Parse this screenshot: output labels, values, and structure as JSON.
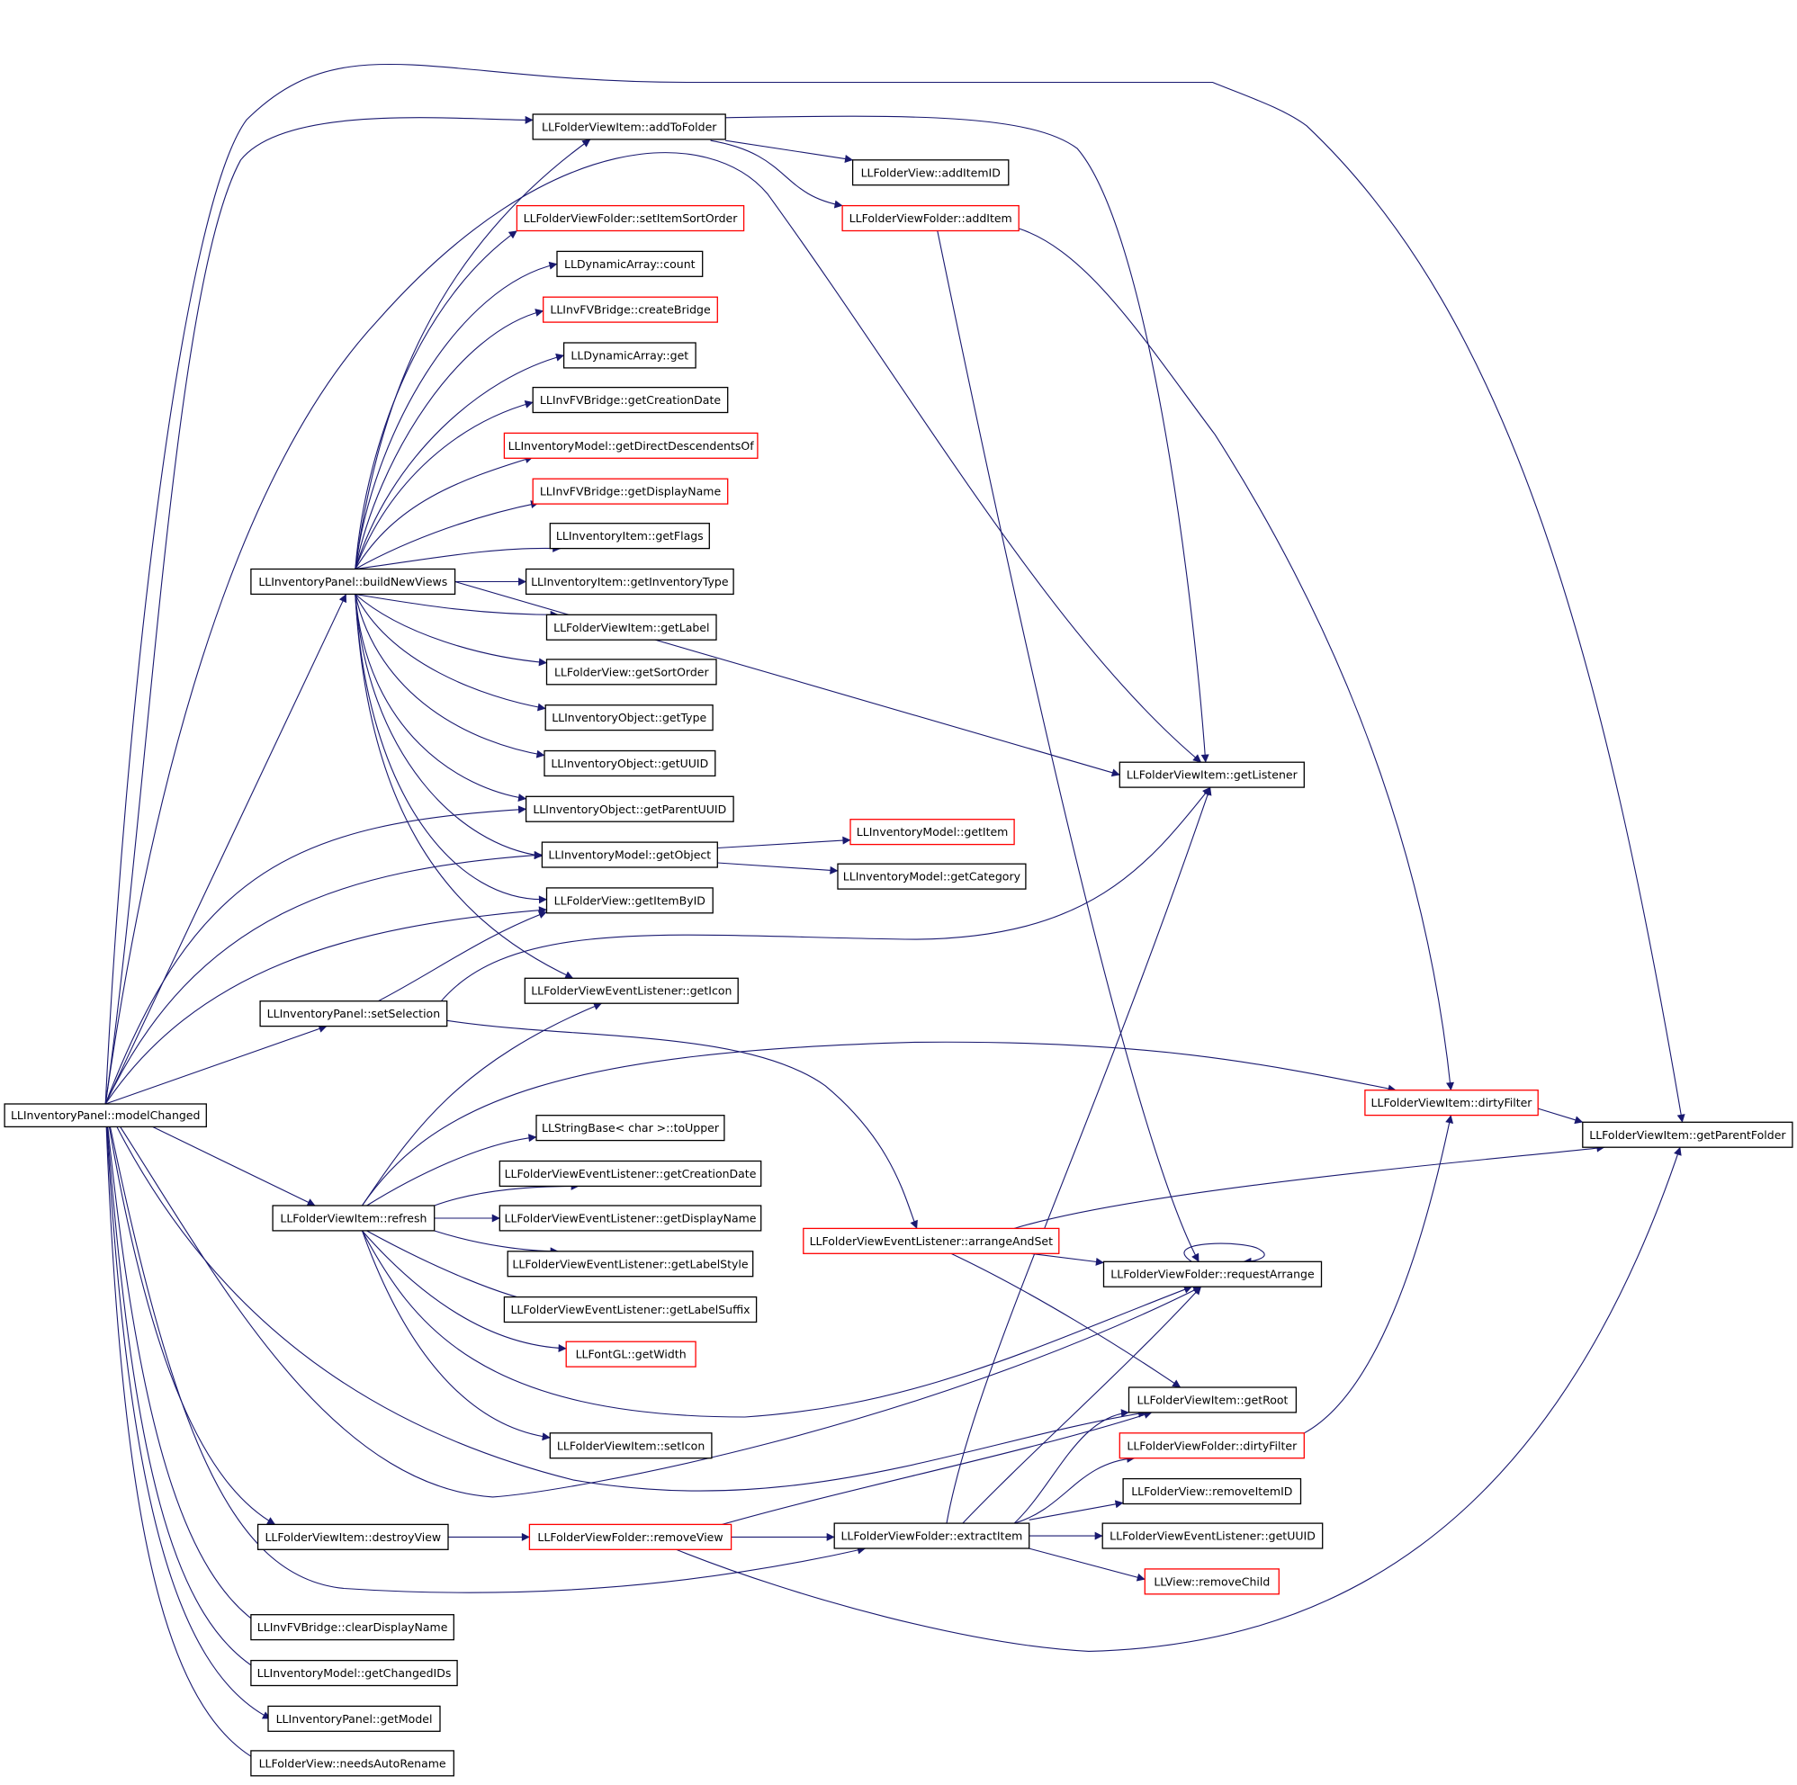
{
  "diagram": {
    "colors": {
      "edge": "#191970",
      "node_border": "#000000",
      "node_border_truncated": "#ff0000",
      "root_fill": "#bfbfbf"
    },
    "nodes": [
      {
        "id": "n_modelChanged",
        "label": "LLInventoryPanel::modelChanged",
        "border": "black",
        "root": true
      },
      {
        "id": "n_addToFolder",
        "label": "LLFolderViewItem::addToFolder",
        "border": "black"
      },
      {
        "id": "n_addItemID",
        "label": "LLFolderView::addItemID",
        "border": "black"
      },
      {
        "id": "n_setItemSortOrder",
        "label": "LLFolderViewFolder::setItemSortOrder",
        "border": "red"
      },
      {
        "id": "n_addItem",
        "label": "LLFolderViewFolder::addItem",
        "border": "red"
      },
      {
        "id": "n_count",
        "label": "LLDynamicArray::count",
        "border": "black"
      },
      {
        "id": "n_createBridge",
        "label": "LLInvFVBridge::createBridge",
        "border": "red"
      },
      {
        "id": "n_get",
        "label": "LLDynamicArray::get",
        "border": "black"
      },
      {
        "id": "n_getCreationDate",
        "label": "LLInvFVBridge::getCreationDate",
        "border": "black"
      },
      {
        "id": "n_getDirectDescendentsOf",
        "label": "LLInventoryModel::getDirectDescendentsOf",
        "border": "red"
      },
      {
        "id": "n_getDisplayName",
        "label": "LLInvFVBridge::getDisplayName",
        "border": "red"
      },
      {
        "id": "n_getFlags",
        "label": "LLInventoryItem::getFlags",
        "border": "black"
      },
      {
        "id": "n_buildNewViews",
        "label": "LLInventoryPanel::buildNewViews",
        "border": "black"
      },
      {
        "id": "n_getInventoryType",
        "label": "LLInventoryItem::getInventoryType",
        "border": "black"
      },
      {
        "id": "n_getLabel",
        "label": "LLFolderViewItem::getLabel",
        "border": "black"
      },
      {
        "id": "n_getSortOrder",
        "label": "LLFolderView::getSortOrder",
        "border": "black"
      },
      {
        "id": "n_getType",
        "label": "LLInventoryObject::getType",
        "border": "black"
      },
      {
        "id": "n_getUUID",
        "label": "LLInventoryObject::getUUID",
        "border": "black"
      },
      {
        "id": "n_getListener",
        "label": "LLFolderViewItem::getListener",
        "border": "black"
      },
      {
        "id": "n_getParentUUID",
        "label": "LLInventoryObject::getParentUUID",
        "border": "black"
      },
      {
        "id": "n_getItem",
        "label": "LLInventoryModel::getItem",
        "border": "red"
      },
      {
        "id": "n_getObject",
        "label": "LLInventoryModel::getObject",
        "border": "black"
      },
      {
        "id": "n_getCategory",
        "label": "LLInventoryModel::getCategory",
        "border": "black"
      },
      {
        "id": "n_getItemByID",
        "label": "LLFolderView::getItemByID",
        "border": "black"
      },
      {
        "id": "n_getIcon",
        "label": "LLFolderViewEventListener::getIcon",
        "border": "black"
      },
      {
        "id": "n_setSelection",
        "label": "LLInventoryPanel::setSelection",
        "border": "black"
      },
      {
        "id": "n_dirtyFilterItem",
        "label": "LLFolderViewItem::dirtyFilter",
        "border": "red"
      },
      {
        "id": "n_getParentFolder",
        "label": "LLFolderViewItem::getParentFolder",
        "border": "black"
      },
      {
        "id": "n_toUpper",
        "label": "LLStringBase< char >::toUpper",
        "border": "black"
      },
      {
        "id": "n_elGetCreationDate",
        "label": "LLFolderViewEventListener::getCreationDate",
        "border": "black"
      },
      {
        "id": "n_refresh",
        "label": "LLFolderViewItem::refresh",
        "border": "black"
      },
      {
        "id": "n_elGetDisplayName",
        "label": "LLFolderViewEventListener::getDisplayName",
        "border": "black"
      },
      {
        "id": "n_arrangeAndSet",
        "label": "LLFolderViewEventListener::arrangeAndSet",
        "border": "red"
      },
      {
        "id": "n_getLabelStyle",
        "label": "LLFolderViewEventListener::getLabelStyle",
        "border": "black"
      },
      {
        "id": "n_requestArrange",
        "label": "LLFolderViewFolder::requestArrange",
        "border": "black"
      },
      {
        "id": "n_getLabelSuffix",
        "label": "LLFolderViewEventListener::getLabelSuffix",
        "border": "black"
      },
      {
        "id": "n_getWidth",
        "label": "LLFontGL::getWidth",
        "border": "red"
      },
      {
        "id": "n_getRoot",
        "label": "LLFolderViewItem::getRoot",
        "border": "black"
      },
      {
        "id": "n_setIcon",
        "label": "LLFolderViewItem::setIcon",
        "border": "black"
      },
      {
        "id": "n_dirtyFilterFolder",
        "label": "LLFolderViewFolder::dirtyFilter",
        "border": "red"
      },
      {
        "id": "n_removeItemID",
        "label": "LLFolderView::removeItemID",
        "border": "black"
      },
      {
        "id": "n_destroyView",
        "label": "LLFolderViewItem::destroyView",
        "border": "black"
      },
      {
        "id": "n_removeView",
        "label": "LLFolderViewFolder::removeView",
        "border": "red"
      },
      {
        "id": "n_extractItem",
        "label": "LLFolderViewFolder::extractItem",
        "border": "black"
      },
      {
        "id": "n_elGetUUID",
        "label": "LLFolderViewEventListener::getUUID",
        "border": "black"
      },
      {
        "id": "n_removeChild",
        "label": "LLView::removeChild",
        "border": "red"
      },
      {
        "id": "n_clearDisplayName",
        "label": "LLInvFVBridge::clearDisplayName",
        "border": "black"
      },
      {
        "id": "n_getChangedIDs",
        "label": "LLInventoryModel::getChangedIDs",
        "border": "black"
      },
      {
        "id": "n_getModel",
        "label": "LLInventoryPanel::getModel",
        "border": "black"
      },
      {
        "id": "n_needsAutoRename",
        "label": "LLFolderView::needsAutoRename",
        "border": "black"
      }
    ],
    "edges": [
      [
        "n_modelChanged",
        "n_addToFolder"
      ],
      [
        "n_modelChanged",
        "n_getParentFolder"
      ],
      [
        "n_modelChanged",
        "n_getListener"
      ],
      [
        "n_modelChanged",
        "n_buildNewViews"
      ],
      [
        "n_modelChanged",
        "n_getParentUUID"
      ],
      [
        "n_modelChanged",
        "n_getObject"
      ],
      [
        "n_modelChanged",
        "n_getItemByID"
      ],
      [
        "n_modelChanged",
        "n_setSelection"
      ],
      [
        "n_modelChanged",
        "n_refresh"
      ],
      [
        "n_modelChanged",
        "n_requestArrange"
      ],
      [
        "n_modelChanged",
        "n_getRoot"
      ],
      [
        "n_modelChanged",
        "n_destroyView"
      ],
      [
        "n_modelChanged",
        "n_extractItem"
      ],
      [
        "n_modelChanged",
        "n_clearDisplayName"
      ],
      [
        "n_modelChanged",
        "n_getChangedIDs"
      ],
      [
        "n_modelChanged",
        "n_getModel"
      ],
      [
        "n_modelChanged",
        "n_needsAutoRename"
      ],
      [
        "n_addToFolder",
        "n_addItemID"
      ],
      [
        "n_addToFolder",
        "n_addItem"
      ],
      [
        "n_addToFolder",
        "n_getListener"
      ],
      [
        "n_addItem",
        "n_requestArrange"
      ],
      [
        "n_addItem",
        "n_dirtyFilterItem"
      ],
      [
        "n_buildNewViews",
        "n_addToFolder"
      ],
      [
        "n_buildNewViews",
        "n_setItemSortOrder"
      ],
      [
        "n_buildNewViews",
        "n_count"
      ],
      [
        "n_buildNewViews",
        "n_createBridge"
      ],
      [
        "n_buildNewViews",
        "n_get"
      ],
      [
        "n_buildNewViews",
        "n_getCreationDate"
      ],
      [
        "n_buildNewViews",
        "n_getDirectDescendentsOf"
      ],
      [
        "n_buildNewViews",
        "n_getDisplayName"
      ],
      [
        "n_buildNewViews",
        "n_getFlags"
      ],
      [
        "n_buildNewViews",
        "n_getInventoryType"
      ],
      [
        "n_buildNewViews",
        "n_getLabel"
      ],
      [
        "n_buildNewViews",
        "n_getSortOrder"
      ],
      [
        "n_buildNewViews",
        "n_getType"
      ],
      [
        "n_buildNewViews",
        "n_getUUID"
      ],
      [
        "n_buildNewViews",
        "n_getParentUUID"
      ],
      [
        "n_buildNewViews",
        "n_getObject"
      ],
      [
        "n_buildNewViews",
        "n_getItemByID"
      ],
      [
        "n_buildNewViews",
        "n_getIcon"
      ],
      [
        "n_buildNewViews",
        "n_getListener"
      ],
      [
        "n_getObject",
        "n_getItem"
      ],
      [
        "n_getObject",
        "n_getCategory"
      ],
      [
        "n_setSelection",
        "n_getItemByID"
      ],
      [
        "n_setSelection",
        "n_getListener"
      ],
      [
        "n_setSelection",
        "n_arrangeAndSet"
      ],
      [
        "n_dirtyFilterItem",
        "n_getParentFolder"
      ],
      [
        "n_refresh",
        "n_getIcon"
      ],
      [
        "n_refresh",
        "n_dirtyFilterItem"
      ],
      [
        "n_refresh",
        "n_toUpper"
      ],
      [
        "n_refresh",
        "n_elGetCreationDate"
      ],
      [
        "n_refresh",
        "n_elGetDisplayName"
      ],
      [
        "n_refresh",
        "n_getLabelStyle"
      ],
      [
        "n_refresh",
        "n_getLabelSuffix"
      ],
      [
        "n_refresh",
        "n_getWidth"
      ],
      [
        "n_refresh",
        "n_setIcon"
      ],
      [
        "n_refresh",
        "n_requestArrange"
      ],
      [
        "n_arrangeAndSet",
        "n_getParentFolder"
      ],
      [
        "n_arrangeAndSet",
        "n_requestArrange"
      ],
      [
        "n_arrangeAndSet",
        "n_getRoot"
      ],
      [
        "n_requestArrange",
        "n_requestArrange"
      ],
      [
        "n_dirtyFilterFolder",
        "n_dirtyFilterItem"
      ],
      [
        "n_destroyView",
        "n_removeView"
      ],
      [
        "n_removeView",
        "n_extractItem"
      ],
      [
        "n_removeView",
        "n_getRoot"
      ],
      [
        "n_removeView",
        "n_getParentFolder"
      ],
      [
        "n_extractItem",
        "n_getListener"
      ],
      [
        "n_extractItem",
        "n_requestArrange"
      ],
      [
        "n_extractItem",
        "n_getRoot"
      ],
      [
        "n_extractItem",
        "n_dirtyFilterFolder"
      ],
      [
        "n_extractItem",
        "n_removeItemID"
      ],
      [
        "n_extractItem",
        "n_elGetUUID"
      ],
      [
        "n_extractItem",
        "n_removeChild"
      ]
    ]
  }
}
